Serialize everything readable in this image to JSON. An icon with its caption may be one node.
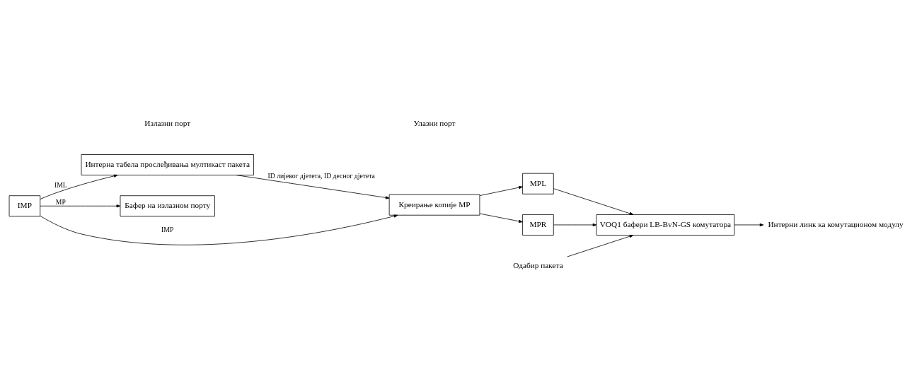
{
  "diagram": {
    "nodes": [
      {
        "text": [
          "IMP"
        ]
      },
      {
        "text": [
          "Интерна табела прослеђивања мултикаст пакета"
        ]
      },
      {
        "text": [
          "Бафер на излазном порту"
        ]
      },
      {
        "text": [
          "Креирање копије MP"
        ]
      },
      {
        "text": [
          "MPL"
        ]
      },
      {
        "text": [
          "MPR"
        ]
      },
      {
        "text": [
          "VOQ1 бафери LB-BvN-GS комутатора"
        ]
      },
      {
        "text": [
          "Одабир пакета"
        ]
      },
      {
        "text": [
          "Интерни линк ка комутационом модулу"
        ]
      }
    ],
    "edges": [
      {
        "from": 0,
        "to": 1,
        "arrow": "to",
        "label": "IML"
      },
      {
        "from": 0,
        "to": 3,
        "arrow": "to",
        "label": "IMP"
      },
      {
        "from": 0,
        "to": 2,
        "arrow": "to",
        "label": "MP"
      },
      {
        "from": 1,
        "to": 3,
        "arrow": "to",
        "label": "ID лијевог дјетета, ID десног дјетета"
      },
      {
        "from": 3,
        "to": 4,
        "arrow": "to"
      },
      {
        "from": 3,
        "to": 5,
        "arrow": "to"
      },
      {
        "from": 4,
        "to": 6,
        "arrow": "to"
      },
      {
        "from": 5,
        "to": 6,
        "arrow": "to"
      },
      {
        "from": 7,
        "to": 6,
        "arrow": "to"
      },
      {
        "from": 6,
        "to": 8,
        "arrow": "to"
      }
    ],
    "labels": [
      "Излазни порт",
      "Улазни порт"
    ]
  }
}
